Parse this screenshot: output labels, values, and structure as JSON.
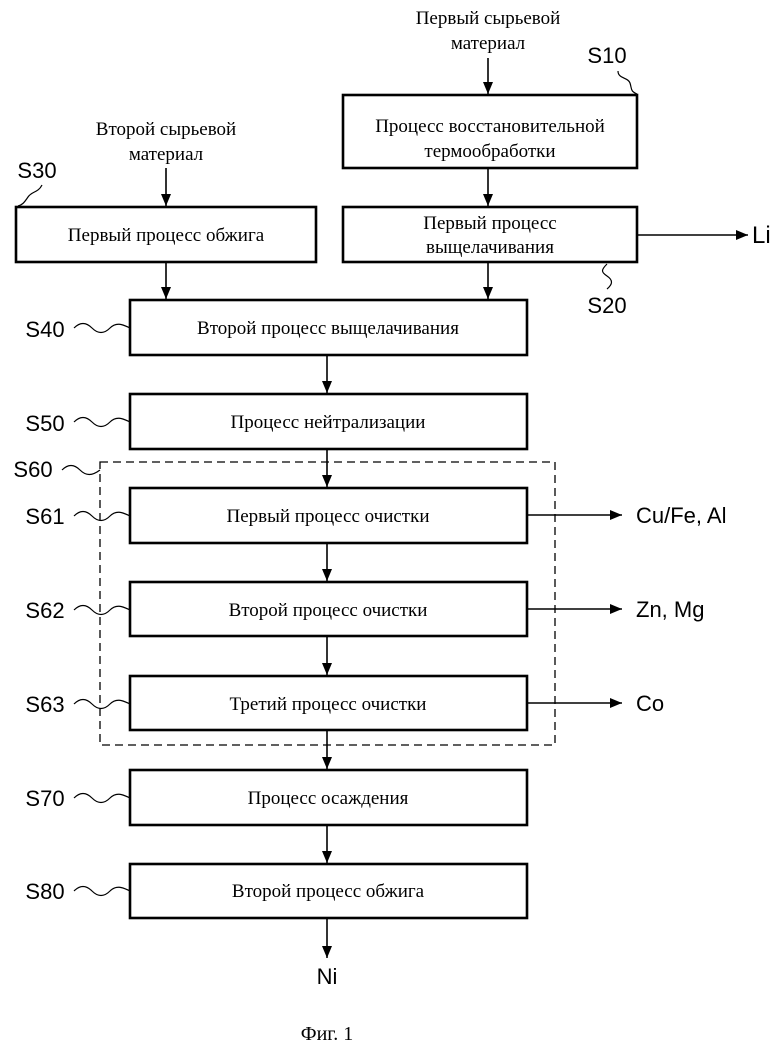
{
  "inputs": {
    "first_raw": {
      "lines": [
        "Первый сырьевой",
        "материал"
      ]
    },
    "second_raw": {
      "lines": [
        "Второй сырьевой",
        "материал"
      ]
    }
  },
  "steps": {
    "s10": {
      "id": "S10",
      "lines": [
        "Процесс восстановительной",
        "термообработки"
      ]
    },
    "s20": {
      "id": "S20",
      "lines": [
        "Первый процесс",
        "выщелачивания"
      ]
    },
    "s30": {
      "id": "S30",
      "lines": [
        "Первый процесс обжига"
      ]
    },
    "s40": {
      "id": "S40",
      "lines": [
        "Второй процесс выщелачивания"
      ]
    },
    "s50": {
      "id": "S50",
      "lines": [
        "Процесс нейтрализации"
      ]
    },
    "s60": {
      "id": "S60"
    },
    "s61": {
      "id": "S61",
      "lines": [
        "Первый процесс очистки"
      ]
    },
    "s62": {
      "id": "S62",
      "lines": [
        "Второй процесс очистки"
      ]
    },
    "s63": {
      "id": "S63",
      "lines": [
        "Третий процесс очистки"
      ]
    },
    "s70": {
      "id": "S70",
      "lines": [
        "Процесс осаждения"
      ]
    },
    "s80": {
      "id": "S80",
      "lines": [
        "Второй процесс обжига"
      ]
    }
  },
  "outputs": {
    "li": "Li",
    "cu_fe_al": "Cu/Fe, Al",
    "zn_mg": "Zn, Mg",
    "co": "Co",
    "ni": "Ni"
  },
  "caption": "Фиг. 1"
}
